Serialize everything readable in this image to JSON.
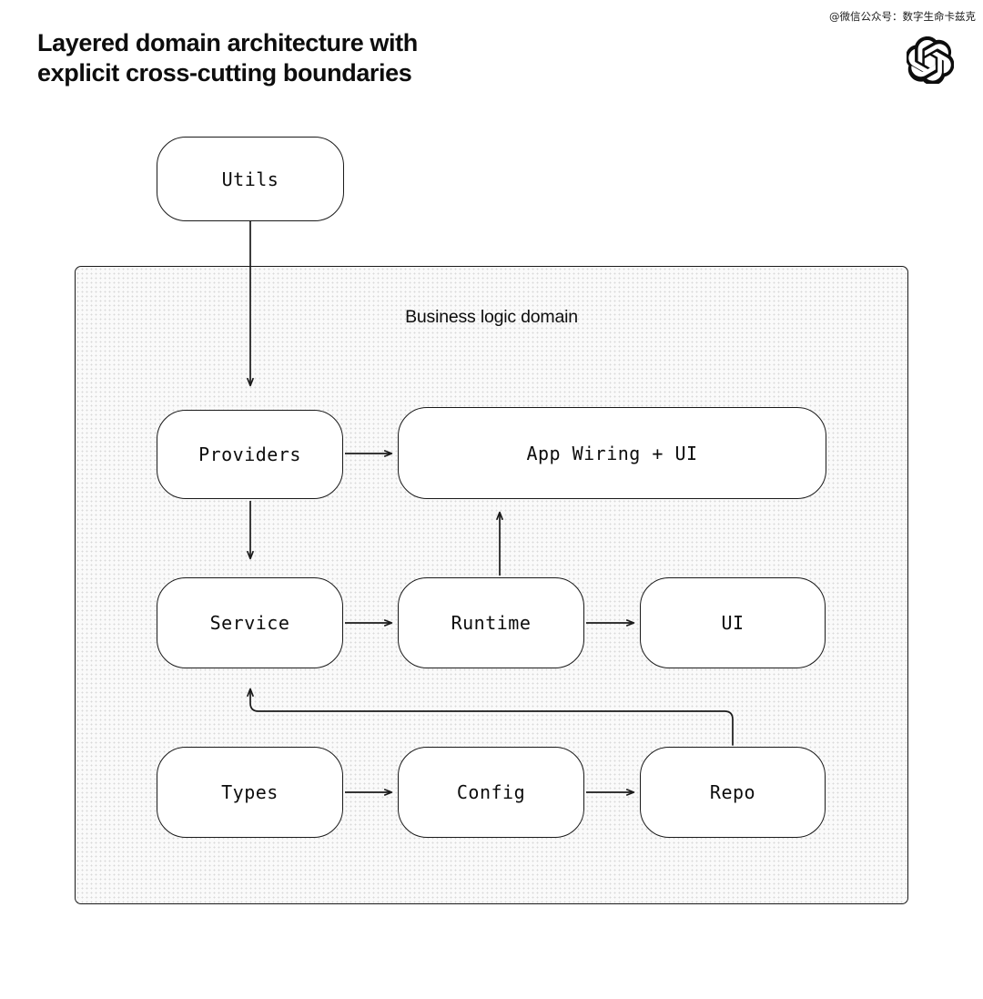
{
  "title": "Layered domain architecture with\nexplicit cross-cutting boundaries",
  "watermark": {
    "text": "@微信公众号：数字生命卡兹克",
    "logo": "openai-logo"
  },
  "colors": {
    "stroke": "#1a1a1a",
    "text": "#0d0d0d",
    "node_fill": "#ffffff",
    "container_fill": "#fafafa",
    "dot_pattern": "#d9d9d9",
    "page_background": "#ffffff"
  },
  "diagram": {
    "container": {
      "label": "Business logic domain"
    },
    "nodes": [
      {
        "id": "utils",
        "label": "Utils",
        "inside_container": false
      },
      {
        "id": "providers",
        "label": "Providers",
        "inside_container": true
      },
      {
        "id": "appwiring",
        "label": "App Wiring + UI",
        "inside_container": true
      },
      {
        "id": "service",
        "label": "Service",
        "inside_container": true
      },
      {
        "id": "runtime",
        "label": "Runtime",
        "inside_container": true
      },
      {
        "id": "ui",
        "label": "UI",
        "inside_container": true
      },
      {
        "id": "types",
        "label": "Types",
        "inside_container": true
      },
      {
        "id": "config",
        "label": "Config",
        "inside_container": true
      },
      {
        "id": "repo",
        "label": "Repo",
        "inside_container": true
      }
    ],
    "edges": [
      {
        "from": "utils",
        "to": "providers",
        "direction": "down"
      },
      {
        "from": "providers",
        "to": "appwiring",
        "direction": "right"
      },
      {
        "from": "providers",
        "to": "service",
        "direction": "down"
      },
      {
        "from": "service",
        "to": "runtime",
        "direction": "right"
      },
      {
        "from": "runtime",
        "to": "ui",
        "direction": "right"
      },
      {
        "from": "runtime",
        "to": "appwiring",
        "direction": "up"
      },
      {
        "from": "types",
        "to": "config",
        "direction": "right"
      },
      {
        "from": "config",
        "to": "repo",
        "direction": "right"
      },
      {
        "from": "repo",
        "to": "service",
        "direction": "up-left-elbow"
      }
    ]
  }
}
